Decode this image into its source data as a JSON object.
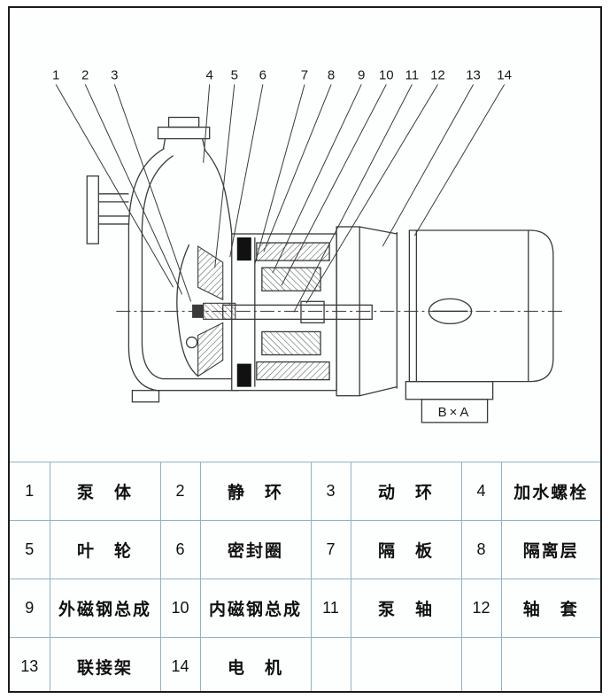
{
  "figure": {
    "callouts": [
      "1",
      "2",
      "3",
      "4",
      "5",
      "6",
      "7",
      "8",
      "9",
      "10",
      "11",
      "12",
      "13",
      "14"
    ],
    "base_label": "B×A"
  },
  "table": {
    "rows": [
      [
        {
          "num": "1",
          "name": "泵　体"
        },
        {
          "num": "2",
          "name": "静　环"
        },
        {
          "num": "3",
          "name": "动　环"
        },
        {
          "num": "4",
          "name": "加水螺栓"
        }
      ],
      [
        {
          "num": "5",
          "name": "叶　轮"
        },
        {
          "num": "6",
          "name": "密封圈"
        },
        {
          "num": "7",
          "name": "隔　板"
        },
        {
          "num": "8",
          "name": "隔离层"
        }
      ],
      [
        {
          "num": "9",
          "name": "外磁钢总成"
        },
        {
          "num": "10",
          "name": "内磁钢总成"
        },
        {
          "num": "11",
          "name": "泵　轴"
        },
        {
          "num": "12",
          "name": "轴　套"
        }
      ],
      [
        {
          "num": "13",
          "name": "联接架"
        },
        {
          "num": "14",
          "name": "电　机"
        },
        {
          "num": "",
          "name": ""
        },
        {
          "num": "",
          "name": ""
        }
      ]
    ]
  }
}
